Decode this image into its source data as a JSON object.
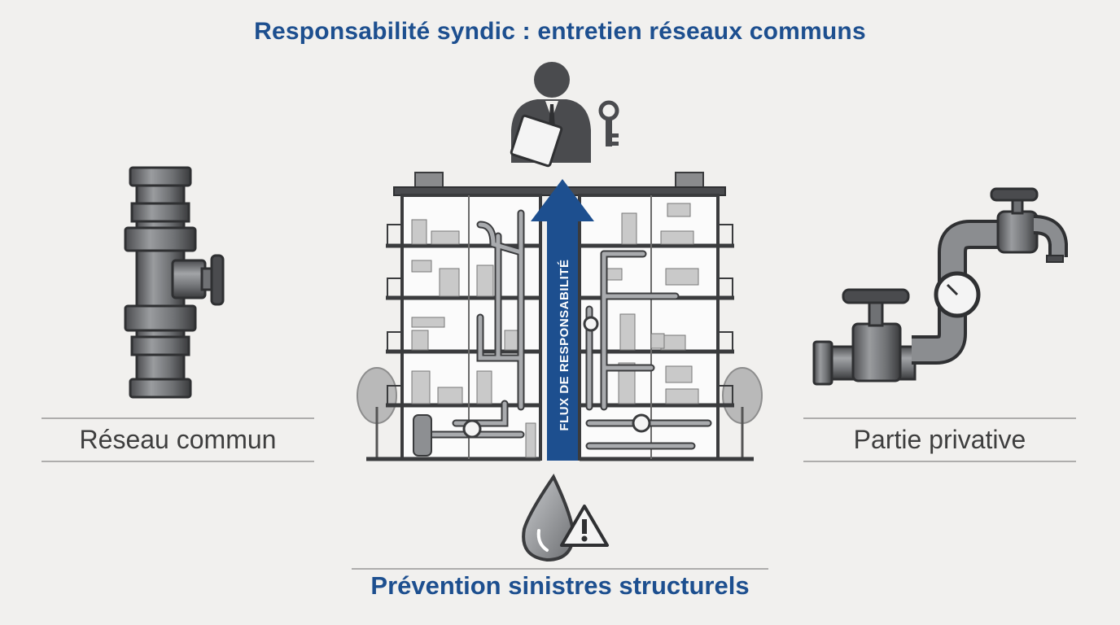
{
  "header": {
    "title": "Responsabilité syndic : entretien réseaux communs"
  },
  "left_panel": {
    "label": "Réseau commun",
    "icon": "vertical-pipe-valve-icon"
  },
  "right_panel": {
    "label": "Partie privative",
    "icon": "faucet-valve-gauge-icon"
  },
  "center": {
    "arrow_label": "FLUX DE RESPONSABILITÉ",
    "top_icon": "property-manager-with-keys-icon",
    "building_icon": "apartment-building-cutaway-icon",
    "bottom_icon": "water-drop-warning-icon"
  },
  "footer": {
    "title": "Prévention sinistres structurels"
  },
  "colors": {
    "accent": "#1d4f8f",
    "background": "#f1f0ee",
    "pipe": "#6f7174",
    "dark": "#3a3b3d"
  }
}
